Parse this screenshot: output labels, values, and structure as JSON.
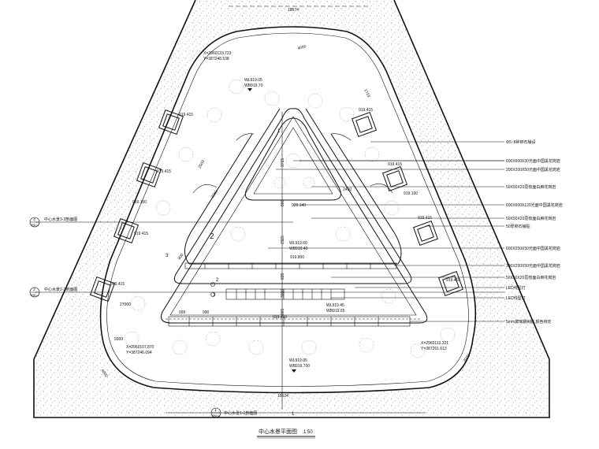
{
  "title": "中心水景平面图",
  "scale": "1:50",
  "dimensions": [
    "18674",
    "1719",
    "2115",
    "3000",
    "835",
    "865",
    "3715",
    "800",
    "999",
    "990",
    "4000",
    "2200",
    "2500",
    "2450",
    "800",
    "9300",
    "27000",
    "15624",
    "4000",
    "3000"
  ],
  "coordinates": [
    {
      "x": "X=2960123.723",
      "y": "Y=387248.538"
    },
    {
      "x": "X=2960107.870",
      "y": "Y=387246.094"
    },
    {
      "x": "X=2960113.321",
      "y": "Y=387261.613"
    }
  ],
  "elevations": [
    "WL919.05",
    "WB919.70",
    "WL919.60",
    "WB919.40",
    "WL919.45",
    "WB919.05",
    "WL919.05",
    "WB919.700",
    "920.140",
    "919.800",
    "919.450",
    "919.415",
    "919.415",
    "919.415",
    "919.415",
    "919.415",
    "919.415",
    "919.415",
    "919.415",
    "919.100",
    "919.100"
  ],
  "callouts": [
    "Φ5~8碎卵石铺设",
    "600X600X30光面中国黑花岗岩",
    "200X200X50光面中国黑花岗岩",
    "50X50X20荔枝面白麻花岗岩",
    "600X600X120光面中国黑花岗岩",
    "50X50X20荔枝面白麻花岗岩",
    "50厚卵石铺贴",
    "600X250X50光面中国黑花岗岩",
    "300X250X50光面中国黑花岗岩",
    "50X50X20荔枝面白麻花岗岩",
    "LED线型灯",
    "LED线型灯",
    "5mm玻璃钢树脂,颜色待定"
  ],
  "section_markers": [
    {
      "num": "3",
      "sheet": "景施-14",
      "label": "中心水景3-3剖面图"
    },
    {
      "num": "2",
      "sheet": "景施-14",
      "label": "中心水景2-2剖面图"
    },
    {
      "num": "1",
      "sheet": "景施-14",
      "label": "中心水景1-1剖面图"
    }
  ],
  "section_numbers": [
    "1",
    "2",
    "3",
    "1",
    "2",
    "3"
  ],
  "colors": {
    "line": "#111111",
    "background": "#ffffff",
    "stipple": "#555555"
  }
}
